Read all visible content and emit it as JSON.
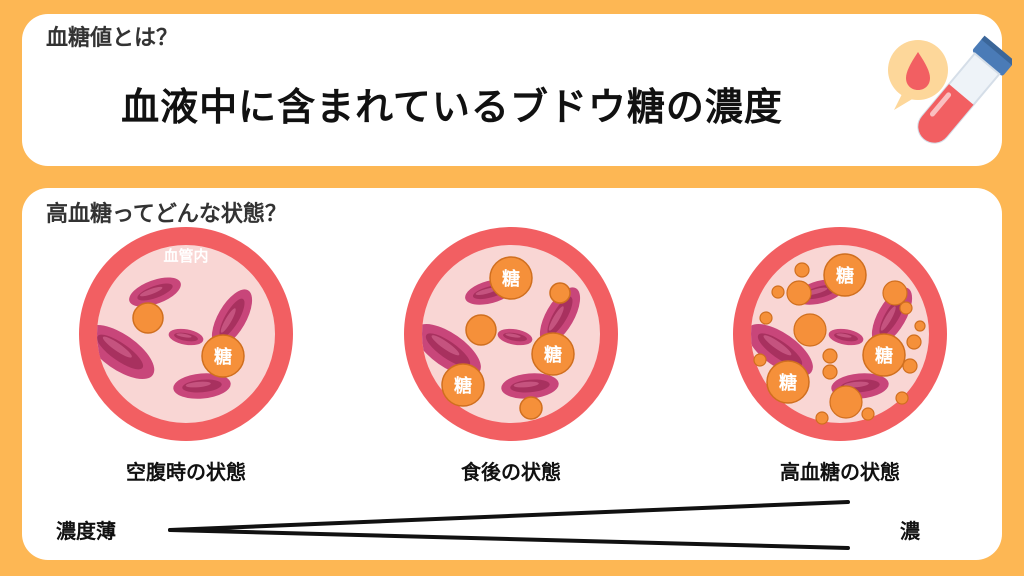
{
  "top_section": {
    "label": "血糖値とは？",
    "headline": "血液中に含まれているブドウ糖の濃度"
  },
  "bottom_section": {
    "label": "高血糖ってどんな状態？",
    "vessel_label": "血管内",
    "sugar_label": "糖",
    "states": [
      {
        "caption": "空腹時の状態"
      },
      {
        "caption": "食後の状態"
      },
      {
        "caption": "高血糖の状態"
      }
    ],
    "concentration": {
      "low_label": "濃度薄",
      "high_label": "濃"
    }
  },
  "colors": {
    "background": "#FDB754",
    "vessel_ring": "#F25F62",
    "vessel_inside": "#F9D6D4",
    "red_cell": "#C8467A",
    "sugar": "#F5903A"
  }
}
